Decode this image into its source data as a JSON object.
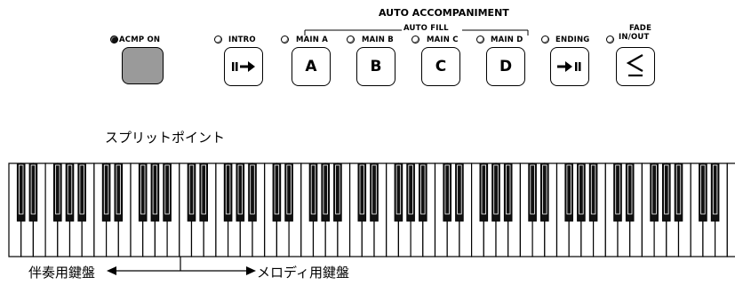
{
  "header": {
    "auto_accompaniment": "AUTO ACCOMPANIMENT",
    "auto_fill": "AUTO FILL"
  },
  "buttons": {
    "acmp_on": {
      "label": "ACMP ON",
      "led": "on"
    },
    "intro": {
      "label": "INTRO",
      "icon": "play-pause-icon"
    },
    "main_a": {
      "label": "MAIN A",
      "letter": "A"
    },
    "main_b": {
      "label": "MAIN B",
      "letter": "B"
    },
    "main_c": {
      "label": "MAIN C",
      "letter": "C"
    },
    "main_d": {
      "label": "MAIN D",
      "letter": "D"
    },
    "ending": {
      "label": "ENDING",
      "icon": "arrow-pause-icon"
    },
    "fade": {
      "label_line1": "FADE",
      "label_line2": "IN/OUT",
      "icon": "fade-icon"
    }
  },
  "keyboard": {
    "split_point_label": "スプリットポイント",
    "left_label": "伴奏用鍵盤",
    "right_label": "メロディ用鍵盤"
  },
  "colors": {
    "acmp_button": "#9a9a9a",
    "led_on": "#111111",
    "white_key": "#ffffff",
    "black_key": "#111111"
  }
}
